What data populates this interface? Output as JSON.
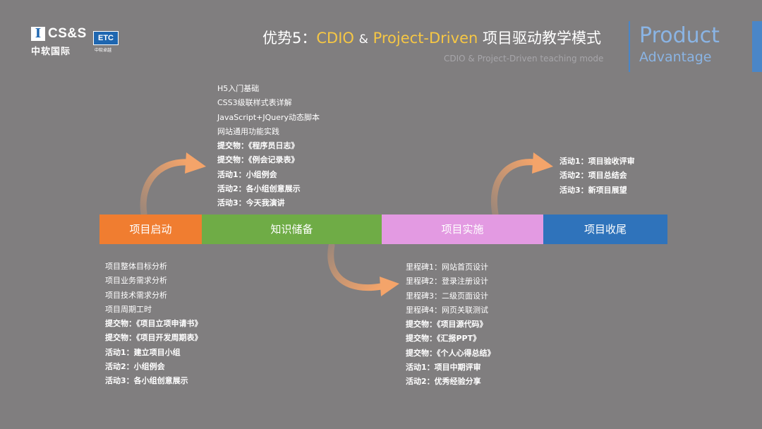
{
  "logo": {
    "mark": "I",
    "text": "CS&S",
    "badge": "ETC",
    "cn": "中软国际",
    "cn_small": "中软卓越"
  },
  "header": {
    "title_prefix": "优势5：",
    "title_hl1": "CDIO",
    "title_amp": "&",
    "title_hl2": "Project-Driven",
    "title_suffix": "项目驱动教学模式",
    "subtitle": "CDIO & Project-Driven teaching mode",
    "product": "Product",
    "advantage": "Advantage"
  },
  "stages": [
    {
      "label": "项目启动",
      "color": "#f07d30"
    },
    {
      "label": "知识储备",
      "color": "#6fac46"
    },
    {
      "label": "项目实施",
      "color": "#e39ae2"
    },
    {
      "label": "项目收尾",
      "color": "#2f73bb"
    }
  ],
  "knowledge_items": [
    {
      "text": "H5入门基础",
      "bold": false
    },
    {
      "text": "CSS3级联样式表详解",
      "bold": false
    },
    {
      "text": "JavaScript+JQuery动态脚本",
      "bold": false
    },
    {
      "text": "网站通用功能实践",
      "bold": false
    },
    {
      "text": "提交物：《程序员日志》",
      "bold": true
    },
    {
      "text": "提交物：《例会记录表》",
      "bold": true
    },
    {
      "text": "活动1：小组例会",
      "bold": true
    },
    {
      "text": "活动2：各小组创意展示",
      "bold": true
    },
    {
      "text": "活动3：今天我演讲",
      "bold": true
    }
  ],
  "init_items": [
    {
      "text": "项目整体目标分析",
      "bold": false
    },
    {
      "text": "项目业务需求分析",
      "bold": false
    },
    {
      "text": "项目技术需求分析",
      "bold": false
    },
    {
      "text": "项目周期工时",
      "bold": false
    },
    {
      "text": "提交物：《项目立项申请书》",
      "bold": true
    },
    {
      "text": "提交物：《项目开发周期表》",
      "bold": true
    },
    {
      "text": "活动1：建立项目小组",
      "bold": true
    },
    {
      "text": "活动2：小组例会",
      "bold": true
    },
    {
      "text": "活动3：各小组创意展示",
      "bold": true
    }
  ],
  "impl_items": [
    {
      "text": "里程碑1：网站首页设计",
      "bold": false
    },
    {
      "text": "里程碑2：登录注册设计",
      "bold": false
    },
    {
      "text": "里程碑3：二级页面设计",
      "bold": false
    },
    {
      "text": "里程碑4：网页关联测试",
      "bold": false
    },
    {
      "text": "提交物：《项目源代码》",
      "bold": true
    },
    {
      "text": "提交物：《汇报PPT》",
      "bold": true
    },
    {
      "text": "提交物：《个人心得总结》",
      "bold": true
    },
    {
      "text": "活动1：项目中期评审",
      "bold": true
    },
    {
      "text": "活动2：优秀经验分享",
      "bold": true
    }
  ],
  "close_items": [
    {
      "text": "活动1：项目验收评审",
      "bold": true
    },
    {
      "text": "活动2：项目总结会",
      "bold": true
    },
    {
      "text": "活动3：新项目展望",
      "bold": true
    }
  ],
  "colors": {
    "background": "#807e7f",
    "accent_title": "#f6c744",
    "arrow": "#f4a46a",
    "brand_blue": "#2f73bb"
  }
}
